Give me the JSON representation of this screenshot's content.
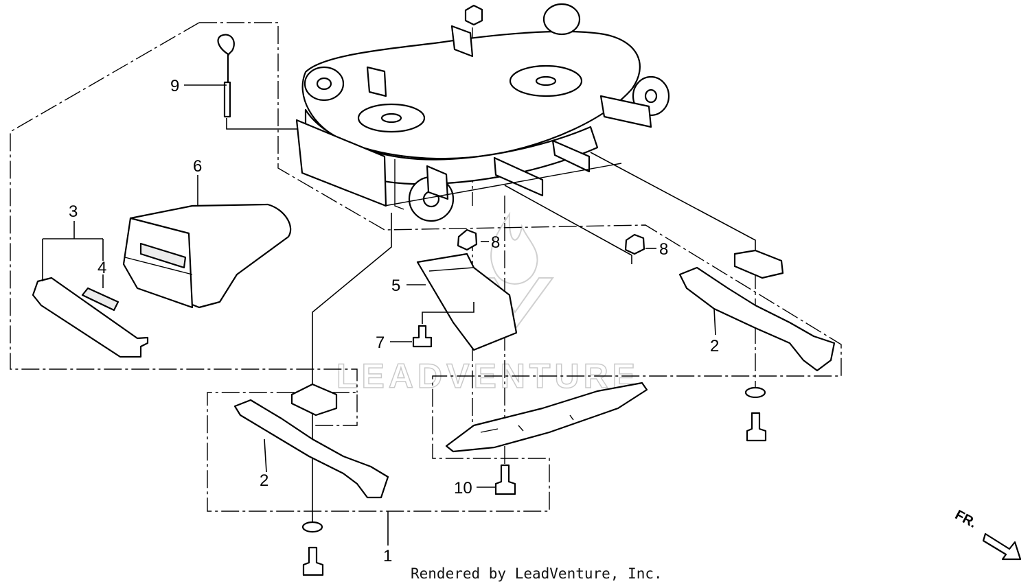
{
  "callouts": {
    "c1": "1",
    "c2a": "2",
    "c2b": "2",
    "c3": "3",
    "c4": "4",
    "c5": "5",
    "c6": "6",
    "c7": "7",
    "c8a": "8",
    "c8b": "8",
    "c9": "9",
    "c10": "10"
  },
  "direction_label": "FR.",
  "footer": "Rendered by LeadVenture, Inc.",
  "watermark": "LEADVENTURE"
}
